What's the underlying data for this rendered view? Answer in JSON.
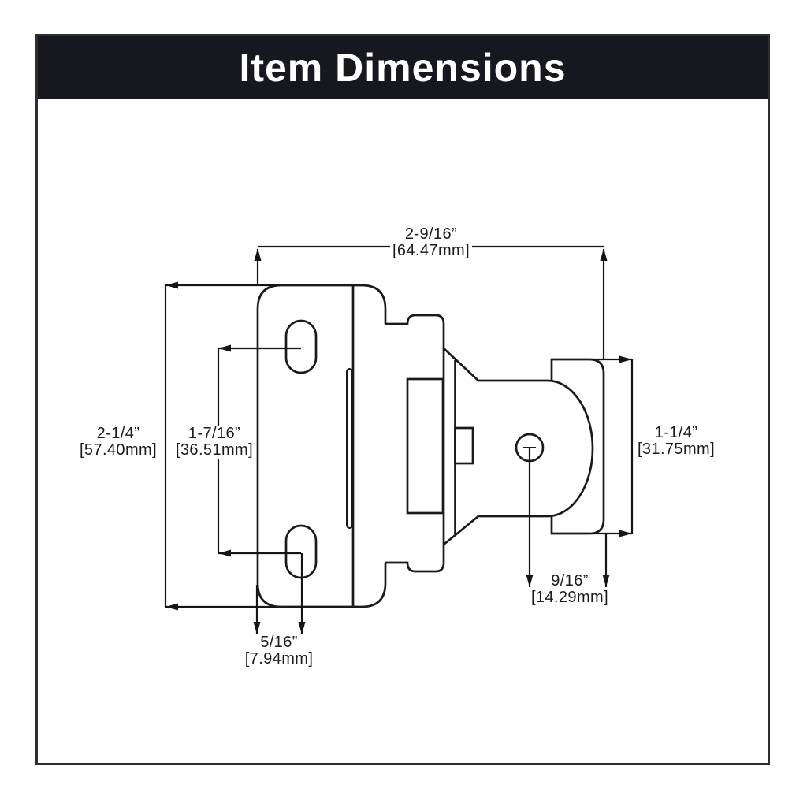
{
  "header": {
    "title": "Item Dimensions",
    "bg_color": "#17171f",
    "text_color": "#ffffff"
  },
  "drawing": {
    "description": "Technical dimension drawing of a cabinet hinge (side profile): mounting plate with two screw slots, hinge arm, door wing with pivot hole",
    "line_color": "#1a1a1a",
    "dimensions": {
      "overall_width": {
        "inches": "2-9/16”",
        "mm": "[64.47mm]"
      },
      "overall_height": {
        "inches": "2-1/4”",
        "mm": "[57.40mm]"
      },
      "slot_spacing": {
        "inches": "1-7/16”",
        "mm": "[36.51mm]"
      },
      "wing_height": {
        "inches": "1-1/4”",
        "mm": "[31.75mm]"
      },
      "pivot_to_edge": {
        "inches": "9/16”",
        "mm": "[14.29mm]"
      },
      "edge_to_slot": {
        "inches": "5/16”",
        "mm": "[7.94mm]"
      }
    }
  }
}
